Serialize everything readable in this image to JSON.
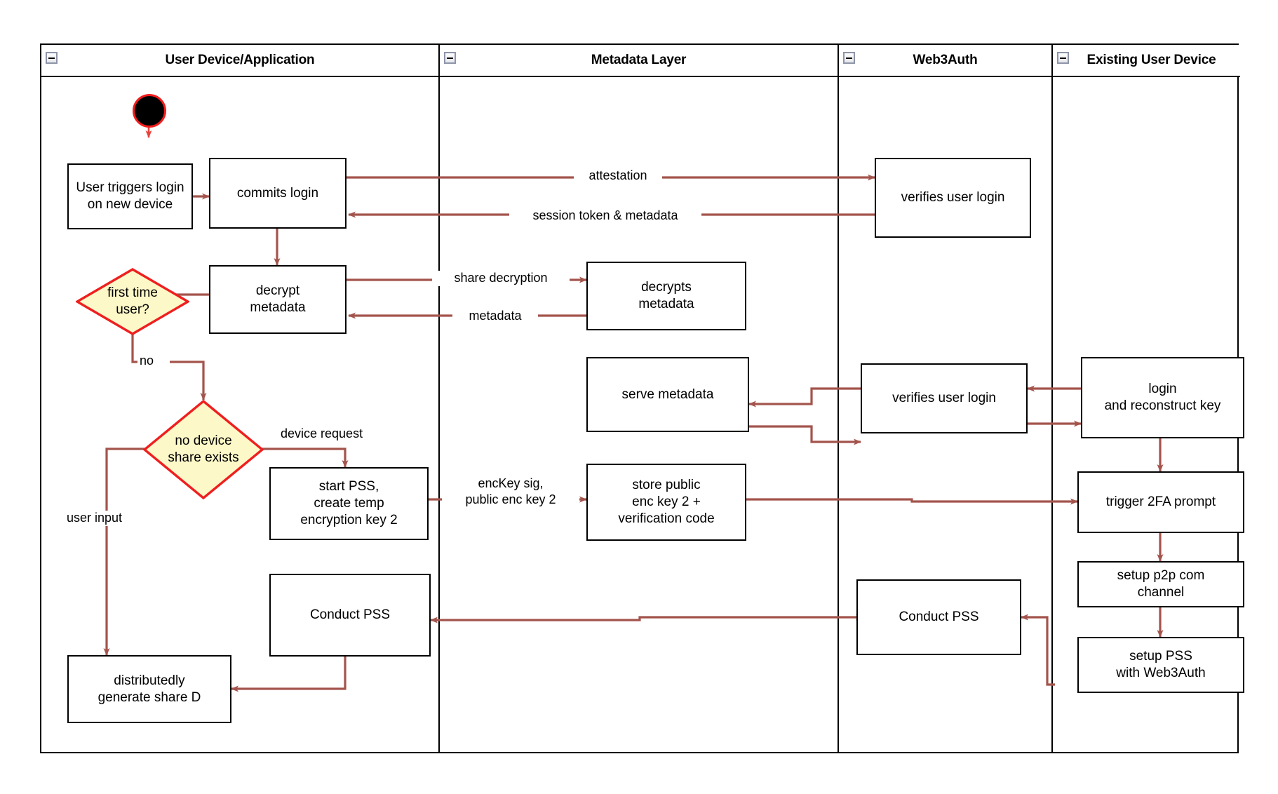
{
  "diagram": {
    "type": "uml-activity-swimlane",
    "title": "Web3Auth new-device login / PSS flow",
    "colors": {
      "edge": "#a3544c",
      "decision_fill": "#fdf8c8",
      "decision_stroke": "#ef1f1f",
      "node_stroke": "#000000",
      "start_node_fill": "#000000",
      "start_node_stroke": "#f21d1d",
      "lane_stroke": "#000000",
      "collapse_icon_border": "#8e95a9"
    },
    "lanes": [
      {
        "id": "user-device",
        "label": "User Device/Application",
        "collapse_icon": "minus-box-icon"
      },
      {
        "id": "metadata-layer",
        "label": "Metadata Layer",
        "collapse_icon": "minus-box-icon"
      },
      {
        "id": "web3auth",
        "label": "Web3Auth",
        "collapse_icon": "minus-box-icon"
      },
      {
        "id": "existing-user-device",
        "label": "Existing User Device",
        "collapse_icon": "minus-box-icon"
      }
    ],
    "start_node": {
      "id": "start",
      "shape": "filled-circle"
    },
    "nodes": [
      {
        "id": "user-triggers-login",
        "lane": "user-device",
        "label": "User triggers login\non new device"
      },
      {
        "id": "commits-login",
        "lane": "user-device",
        "label": "commits login"
      },
      {
        "id": "decrypt-metadata",
        "lane": "user-device",
        "label": "decrypt\nmetadata"
      },
      {
        "id": "start-pss",
        "lane": "user-device",
        "label": "start PSS,\ncreate temp\nencryption key 2"
      },
      {
        "id": "conduct-pss-user",
        "lane": "user-device",
        "label": "Conduct PSS"
      },
      {
        "id": "generate-share-d",
        "lane": "user-device",
        "label": "distributedly\ngenerate share D"
      },
      {
        "id": "decrypts-metadata",
        "lane": "metadata-layer",
        "label": "decrypts\nmetadata"
      },
      {
        "id": "serve-metadata",
        "lane": "metadata-layer",
        "label": "serve metadata"
      },
      {
        "id": "store-public-enc-key",
        "lane": "metadata-layer",
        "label": "store public\nenc key 2 +\nverification code"
      },
      {
        "id": "verifies-user-login-1",
        "lane": "web3auth",
        "label": "verifies user login"
      },
      {
        "id": "verifies-user-login-2",
        "lane": "web3auth",
        "label": "verifies user login"
      },
      {
        "id": "conduct-pss-web3auth",
        "lane": "web3auth",
        "label": "Conduct PSS"
      },
      {
        "id": "login-reconstruct-key",
        "lane": "existing-user-device",
        "label": "login\nand reconstruct key"
      },
      {
        "id": "trigger-2fa",
        "lane": "existing-user-device",
        "label": "trigger 2FA prompt"
      },
      {
        "id": "setup-p2p",
        "lane": "existing-user-device",
        "label": "setup p2p com\nchannel"
      },
      {
        "id": "setup-pss-web3auth",
        "lane": "existing-user-device",
        "label": "setup PSS\nwith Web3Auth"
      }
    ],
    "decisions": [
      {
        "id": "first-time-user",
        "lane": "user-device",
        "label": "first time\nuser?"
      },
      {
        "id": "no-device-share",
        "lane": "user-device",
        "label": "no device\nshare exists"
      }
    ],
    "edge_labels": [
      {
        "id": "attestation",
        "text": "attestation"
      },
      {
        "id": "session-token-metadata",
        "text": "session token & metadata"
      },
      {
        "id": "share-decryption",
        "text": "share decryption"
      },
      {
        "id": "metadata",
        "text": "metadata"
      },
      {
        "id": "no",
        "text": "no"
      },
      {
        "id": "device-request",
        "text": "device request"
      },
      {
        "id": "user-input",
        "text": "user input"
      },
      {
        "id": "enckey-sig",
        "text": "encKey sig,\npublic enc key 2"
      }
    ]
  }
}
